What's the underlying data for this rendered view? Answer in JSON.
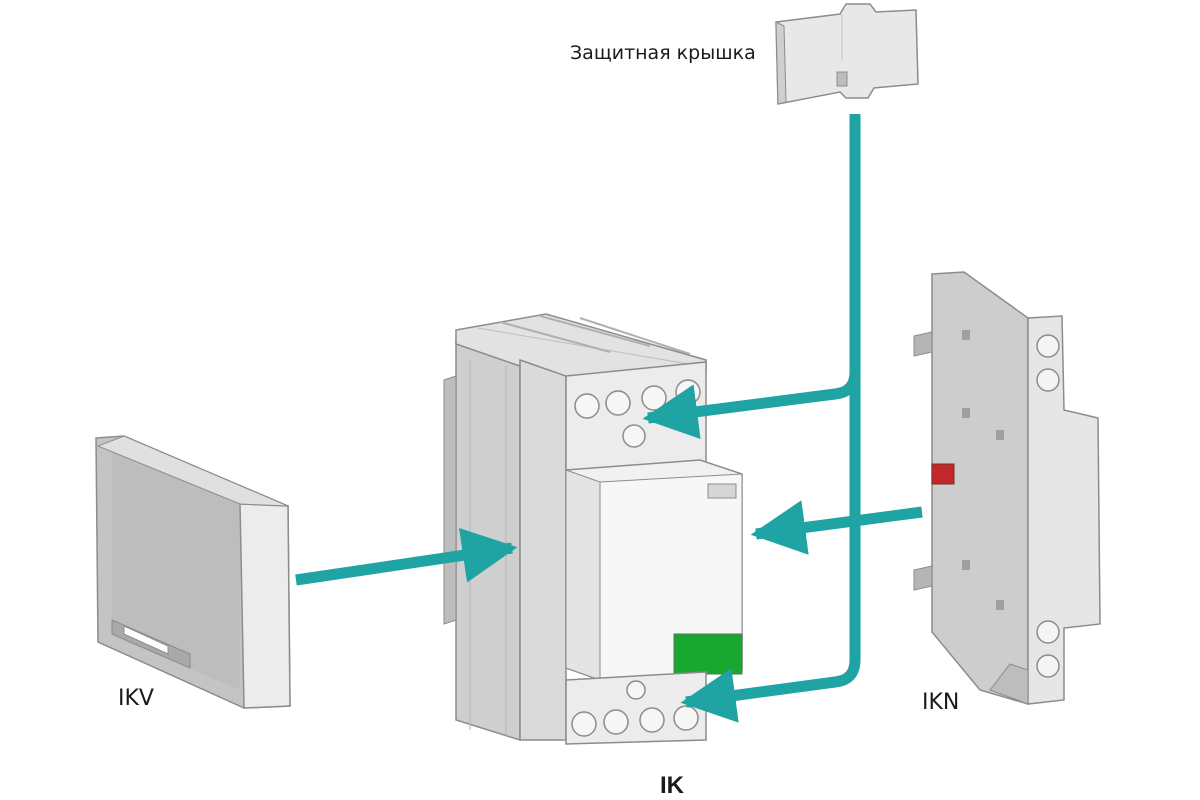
{
  "labels": {
    "cover": "Защитная крышка",
    "ikv": "IKV",
    "ikn": "IKN",
    "ik": "IK"
  },
  "colors": {
    "arrow": "#1fa3a3",
    "body_light": "#ebebeb",
    "body_mid": "#d2d2d2",
    "body_dark": "#b7b7b7",
    "outline": "#8c8c8c",
    "indicator_green": "#18a832",
    "indicator_red": "#c0282a"
  },
  "icons": {
    "arrow_cover": "arrow-right-to-left",
    "arrow_ikv": "arrow-left-to-right",
    "arrow_ikn": "arrow-right-to-left"
  }
}
